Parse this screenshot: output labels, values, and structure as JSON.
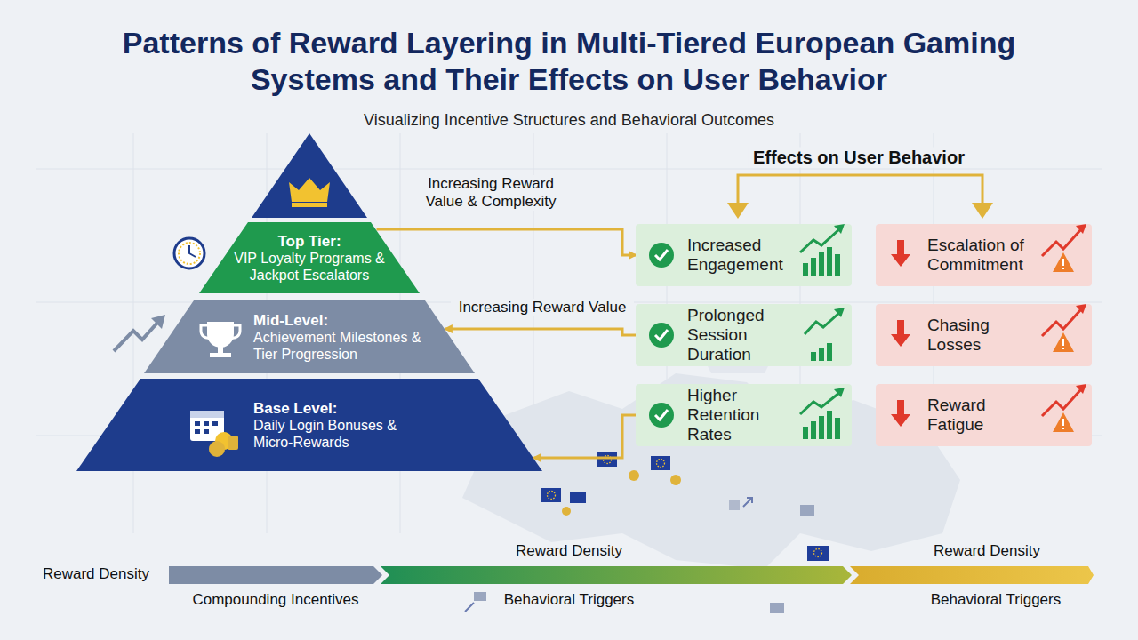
{
  "diagram": {
    "title": "Patterns of Reward Layering in Multi-Tiered European Gaming Systems and Their Effects on User Behavior",
    "caption": "Visualizing Incentive Structures and Behavioral Outcomes",
    "nodes": [
      {
        "text": [
          "Top Tier:",
          "VIP Loyalty Programs & Jackpot Escalators"
        ]
      },
      {
        "text": [
          "Mid-Level:",
          "Achievement Milestones & Tier Progression"
        ]
      },
      {
        "text": [
          "Base Level:",
          "Daily Login Bonuses & Micro-Rewards"
        ]
      },
      {
        "text": [
          "Increased Engagement"
        ]
      },
      {
        "text": [
          "Escalation of Commitment"
        ]
      },
      {
        "text": [
          "Prolonged Session Duration"
        ]
      },
      {
        "text": [
          "Chasing Losses"
        ]
      },
      {
        "text": [
          "Higher Retention Rates"
        ]
      },
      {
        "text": [
          "Reward Fatigue"
        ]
      }
    ],
    "edges": [
      {
        "from": 0,
        "to": 3,
        "arrow": "to",
        "label": "Increasing Reward Value & Complexity"
      },
      {
        "from": 5,
        "to": 1,
        "arrow": "to",
        "label": "Increasing Reward Value"
      },
      {
        "from": 7,
        "to": 2,
        "arrow": "to"
      }
    ],
    "labels": [
      "Effects on User Behavior",
      "Reward Density",
      "Reward Density",
      "Reward Density",
      "Compounding Incentives",
      "Behavioral Triggers",
      "Behavioral Triggers"
    ]
  }
}
